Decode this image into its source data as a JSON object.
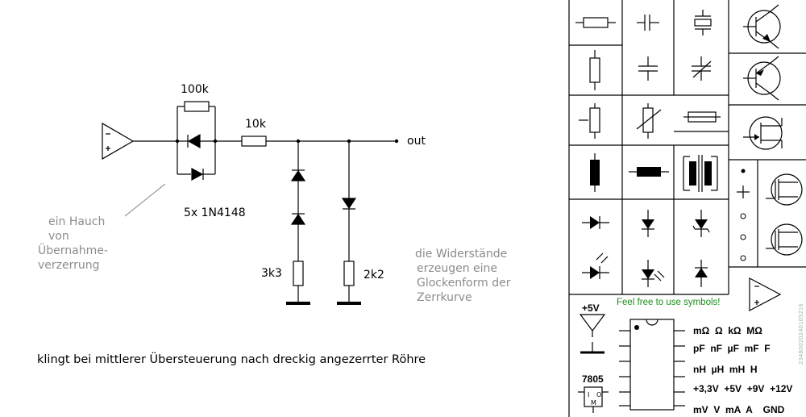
{
  "labels": {
    "r100k": "100k",
    "r10k": "10k",
    "out": "out",
    "diodes": "5x 1N4148",
    "r3k3": "3k3",
    "r2k2": "2k2",
    "note_left": [
      "ein Hauch",
      "von",
      "Übernahme-",
      "verzerrung"
    ],
    "note_right": [
      "die Widerstände",
      "erzeugen eine",
      "Glockenform der",
      "Zerrkurve"
    ],
    "caption": "klingt bei mittlerer Übersteuerung nach dreckig angezerrter Röhre"
  },
  "palette": {
    "free_text": "Feel free to use symbols!",
    "plus5v": "+5V",
    "reg": "7805",
    "reg_pins": [
      "I",
      "M",
      "O"
    ],
    "units": [
      "mΩ  Ω  kΩ  MΩ",
      "pF  nF  µF  mF  F",
      "nH  µH  mH  H",
      "+3,3V  +5V  +9V  +12V",
      "mV  V  mA  A    GND"
    ],
    "watermark": "23480020240105216"
  },
  "colors": {
    "gray_text": "#8c8c8c",
    "green_text": "#1a8f1a",
    "grid": "#000000"
  }
}
